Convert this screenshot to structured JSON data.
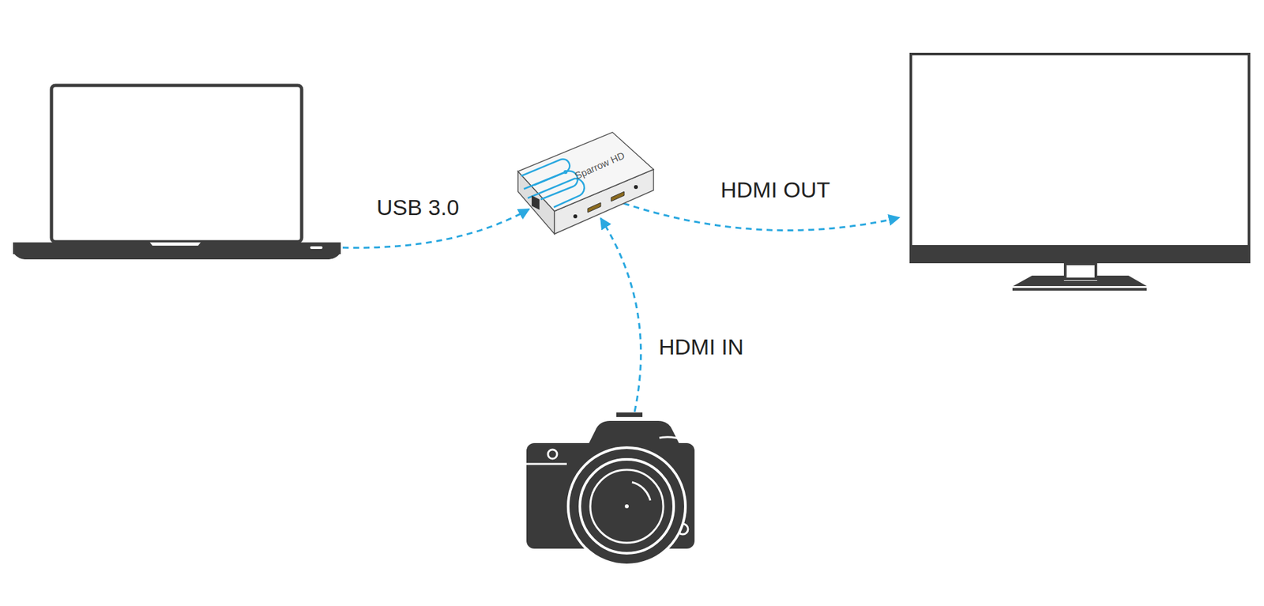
{
  "diagram": {
    "nodes": [
      {
        "text": [
          "Sparrow HD"
        ]
      }
    ],
    "labels": [
      "USB 3.0",
      "HDMI OUT",
      "HDMI IN"
    ]
  }
}
